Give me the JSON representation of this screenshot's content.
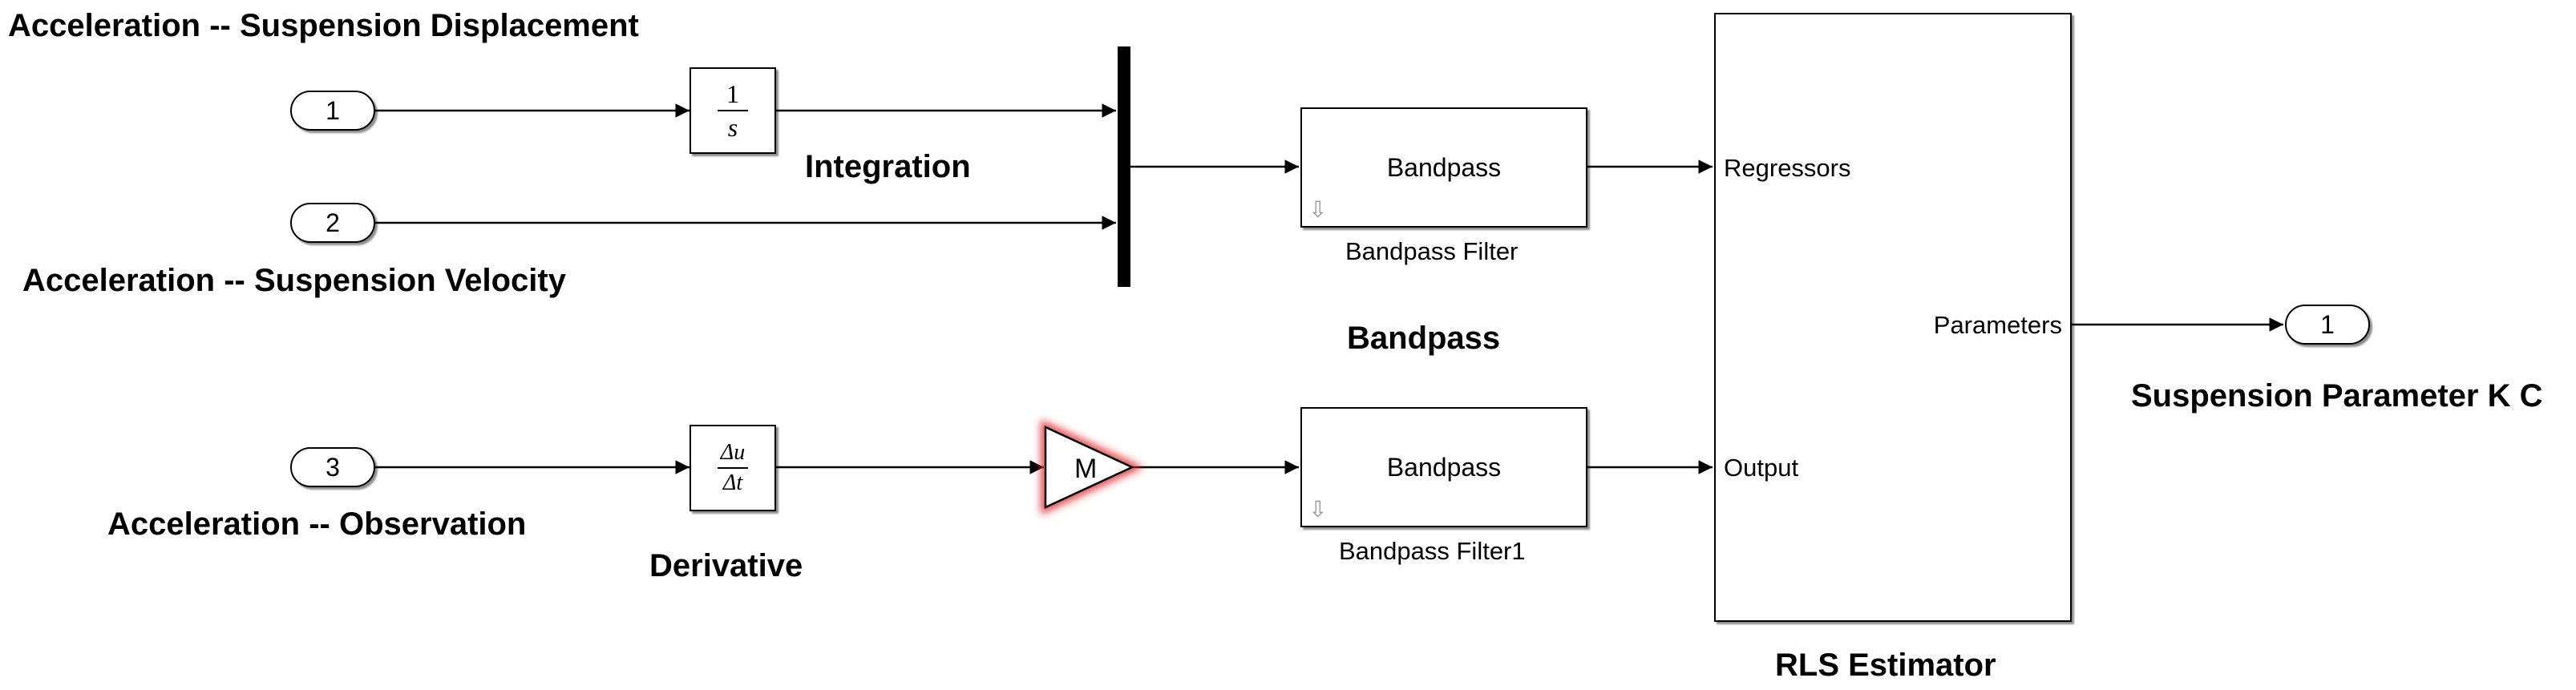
{
  "ports_in": [
    {
      "number": "1",
      "label": "Acceleration -- Suspension Displacement"
    },
    {
      "number": "2",
      "label": "Acceleration -- Suspension Velocity"
    },
    {
      "number": "3",
      "label": "Acceleration -- Observation"
    }
  ],
  "integrator": {
    "numerator": "1",
    "denominator": "s",
    "label": "Integration"
  },
  "derivative": {
    "numerator": "Δu",
    "denominator": "Δt",
    "label": "Derivative"
  },
  "gain": {
    "text": "M"
  },
  "filters": [
    {
      "inner_text": "Bandpass",
      "name": "Bandpass Filter"
    },
    {
      "inner_text": "Bandpass",
      "name": "Bandpass Filter1"
    }
  ],
  "area_label": "Bandpass",
  "rls": {
    "label": "RLS Estimator",
    "in_ports": [
      "Regressors",
      "Output"
    ],
    "out_port": "Parameters"
  },
  "port_out": {
    "number": "1",
    "label": "Suspension Parameter K C"
  },
  "colors": {
    "wire": "#000000",
    "highlight": "#e0262b",
    "shadow": "#888888"
  }
}
